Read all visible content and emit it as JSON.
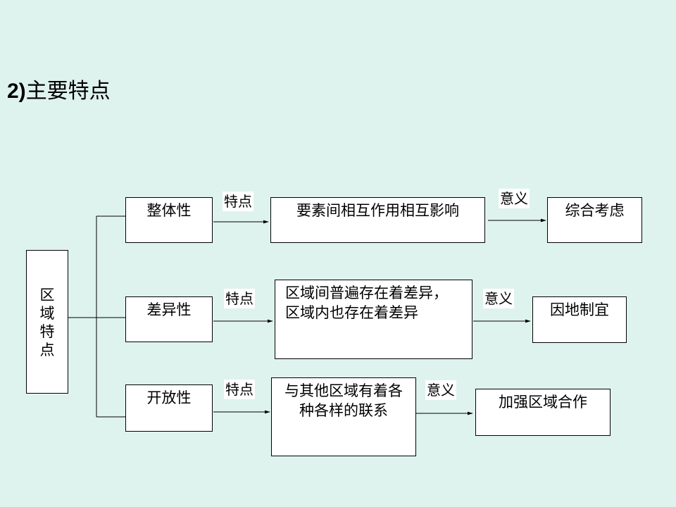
{
  "title": {
    "num": "2)",
    "text": "主要特点"
  },
  "root": {
    "chars": [
      "区",
      "域",
      "特",
      "点"
    ]
  },
  "rows": [
    {
      "feature": "整体性",
      "tag1": "特点",
      "desc": "要素间相互作用相互影响",
      "tag2": "意义",
      "meaning": "综合考虑"
    },
    {
      "feature": "差异性",
      "tag1": "特点",
      "desc": "区域间普遍存在着差异，区域内也存在着差异",
      "tag2": "意义",
      "meaning": "因地制宜"
    },
    {
      "feature": "开放性",
      "tag1": "特点",
      "desc": "与其他区域有着各种各样的联系",
      "tag2": "意义",
      "meaning": "加强区域合作"
    }
  ]
}
